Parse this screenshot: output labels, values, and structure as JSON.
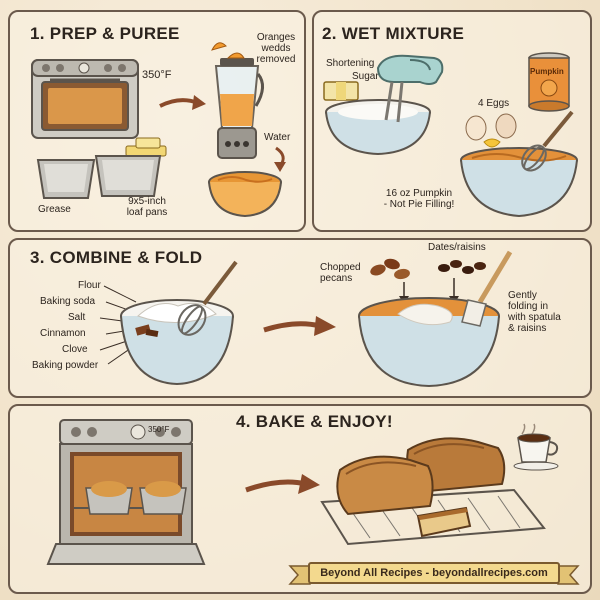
{
  "steps": [
    {
      "title": "1. PREP & PUREE"
    },
    {
      "title": "2. WET MIXTURE"
    },
    {
      "title": "3. COMBINE & FOLD"
    },
    {
      "title": "4. BAKE & ENJOY!"
    }
  ],
  "step1": {
    "oven_temp": "350°F",
    "oranges_label": "Oranges\nwedds\nremoved",
    "water_label": "Water",
    "grease_label": "Grease",
    "pans_label": "9x5-inch\nloaf pans"
  },
  "step2": {
    "shortening_label": "Shortening",
    "sugar_label": "Sugar",
    "eggs_label": "4 Eggs",
    "can_label": "Pumpkin",
    "pumpkin_note": "16 oz Pumpkin\n- Not Pie Filling!"
  },
  "step3": {
    "ingredients": [
      "Flour",
      "Baking soda",
      "Salt",
      "Cinnamon",
      "Clove",
      "Baking powder"
    ],
    "pecans_label": "Chopped\npecans",
    "dates_label": "Dates/raisins",
    "fold_label": "Gently\nfolding in\nwith spatula\n& raisins"
  },
  "step4": {
    "oven_temp": "350°F"
  },
  "footer": {
    "text": "Beyond All Recipes - beyondallrecipes.com"
  },
  "colors": {
    "panel_border": "#6b5a4c",
    "batter": "#e39a3f",
    "bread": "#c98a45",
    "steel": "#b9b7b1",
    "banner": "#f3d98e"
  }
}
